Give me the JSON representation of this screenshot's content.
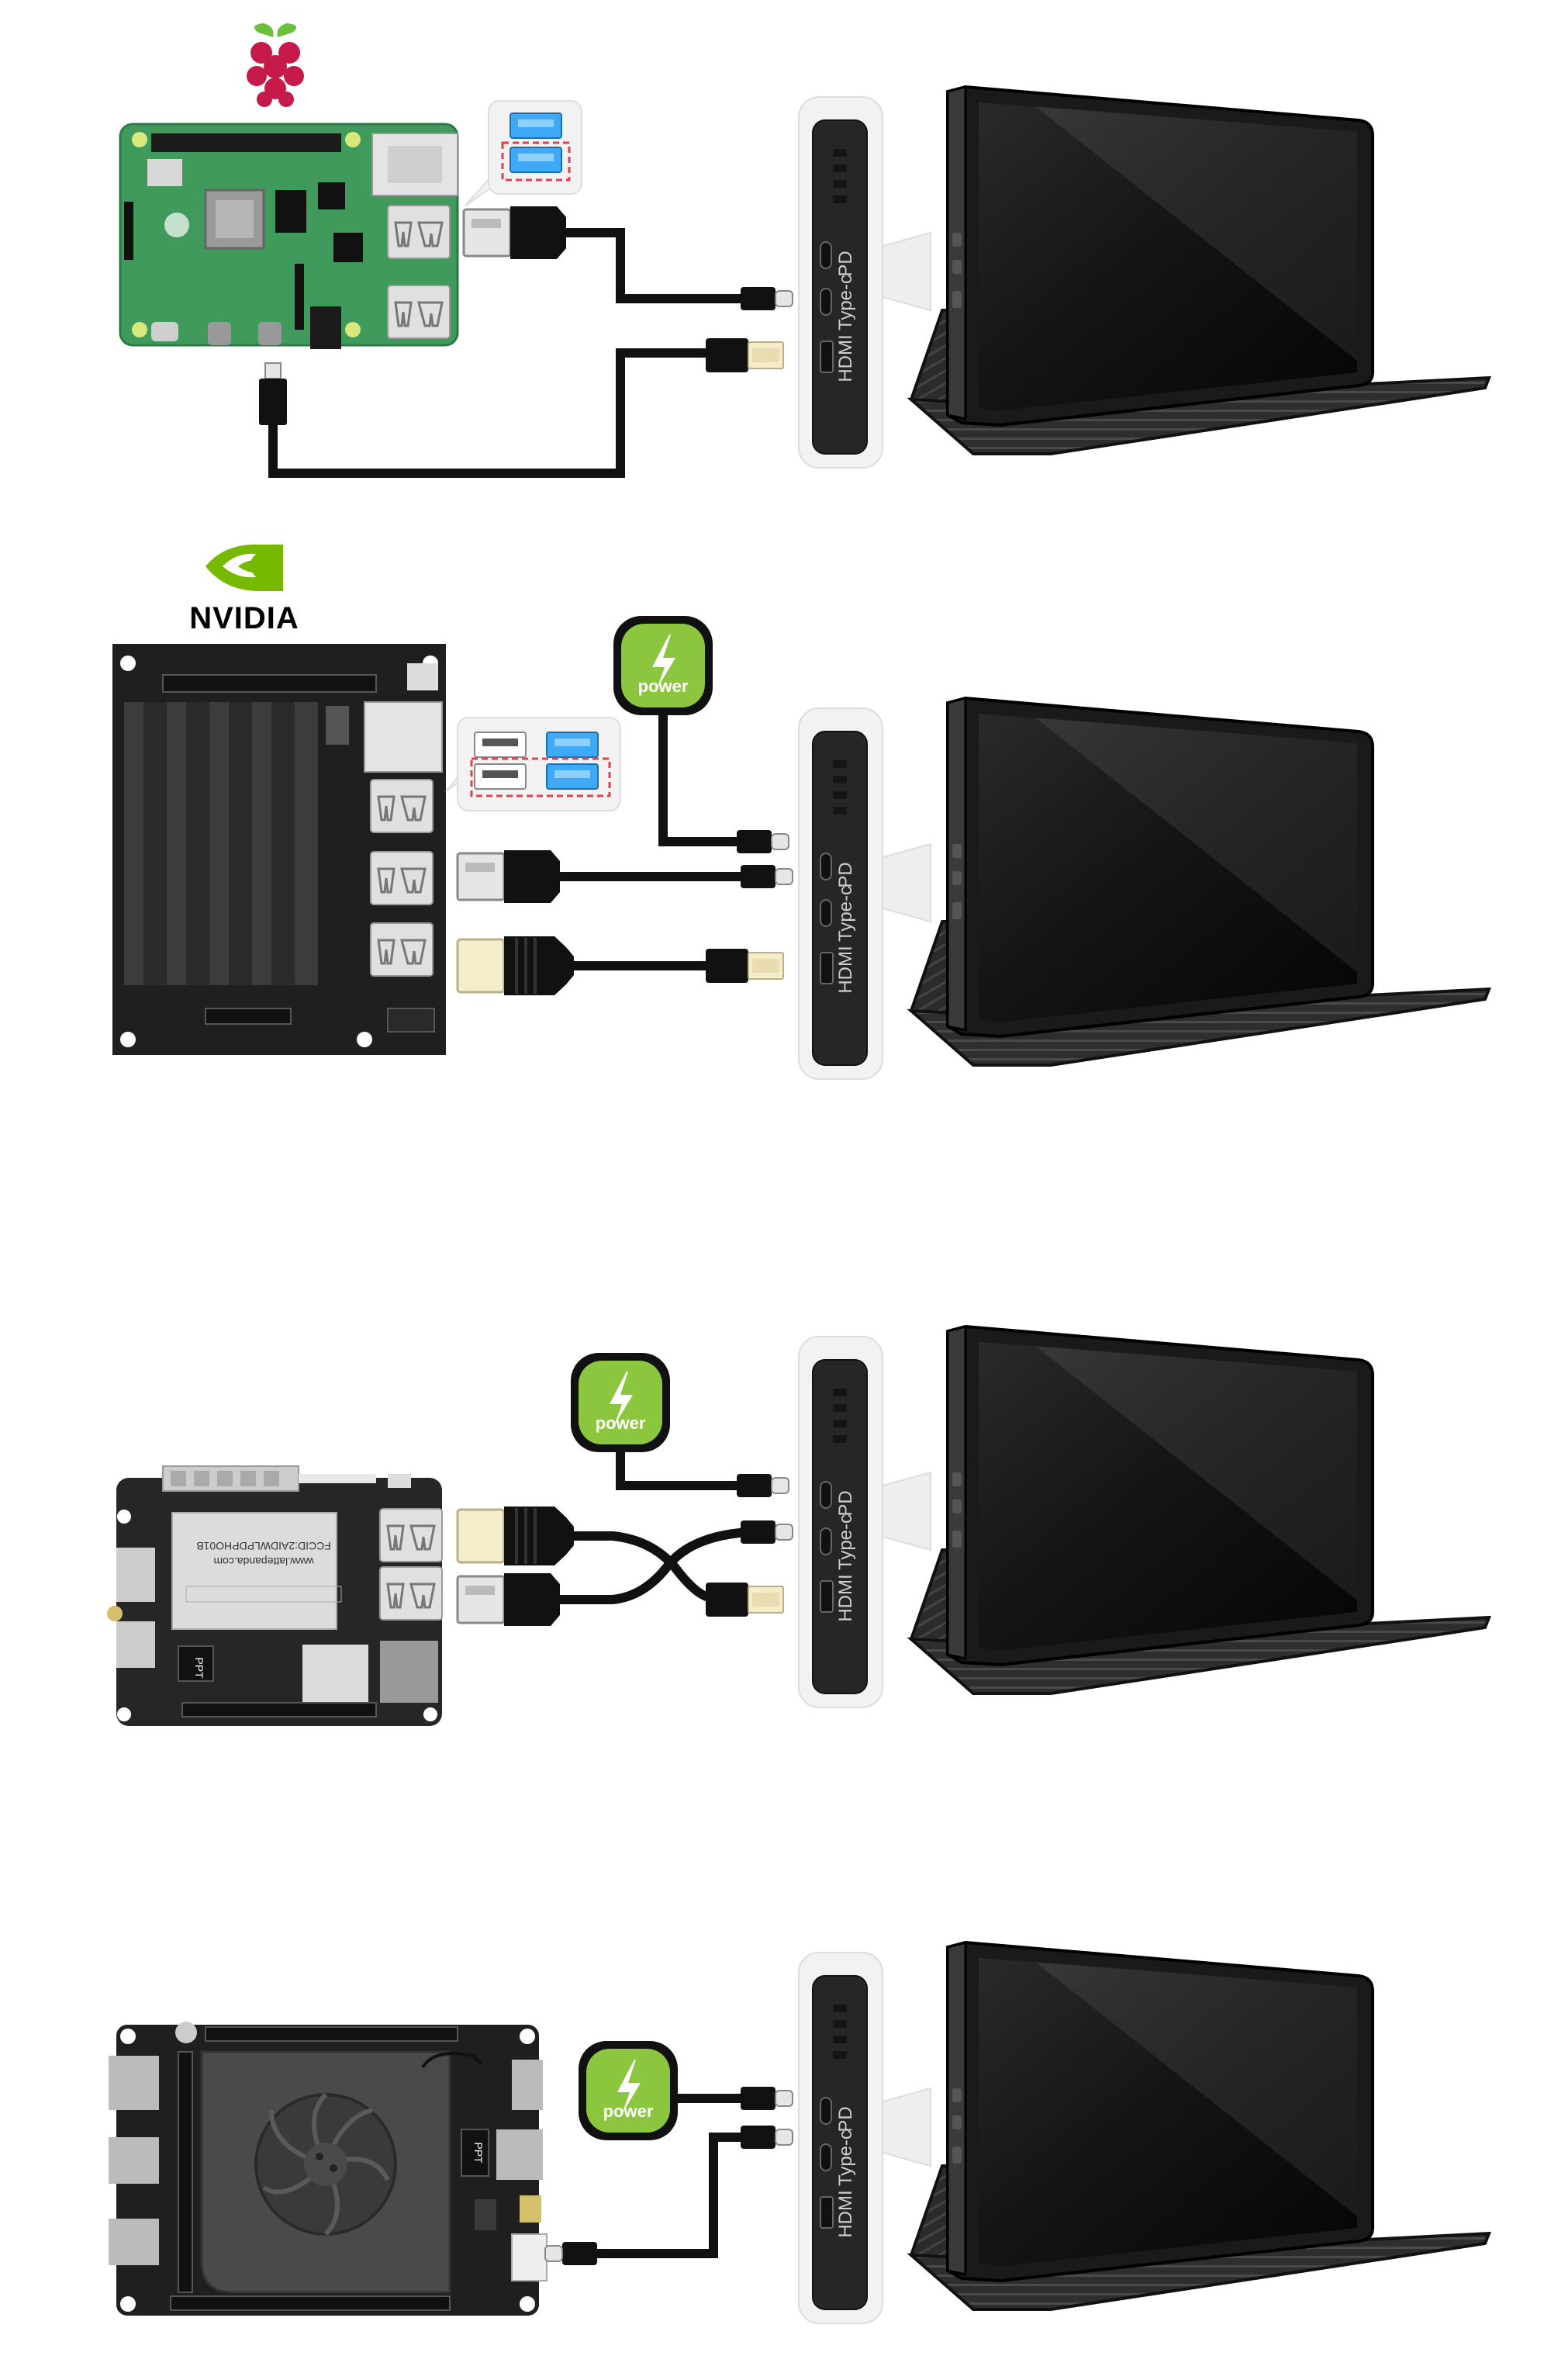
{
  "brands": {
    "raspberry_pi_logo": "raspberry-pi-logo",
    "nvidia_label": "NVIDIA"
  },
  "monitor_ports": {
    "pd_label": "PD",
    "typec_label": "Type-c",
    "hdmi_label": "HDMI"
  },
  "power_label": "power",
  "board_texts": {
    "lattepanda_chip": "PPT",
    "lattepanda_url": "www.lattepanda.com",
    "lattepanda_fccid": "FCCID:2AIDWLPDPHO01B",
    "delta_chip": "PPT"
  },
  "colors": {
    "cable": "#111111",
    "power_green": "#8cc63f",
    "usb_blue": "#3fa9f5",
    "callout_red": "#e04050",
    "rpi_board": "#3f9a5b",
    "board_dark": "#2a2a2a",
    "connector_gold": "#f5edc9"
  },
  "icons": {
    "power": "lightning-bolt-icon",
    "usb_callout": "usb3-port-callout"
  }
}
